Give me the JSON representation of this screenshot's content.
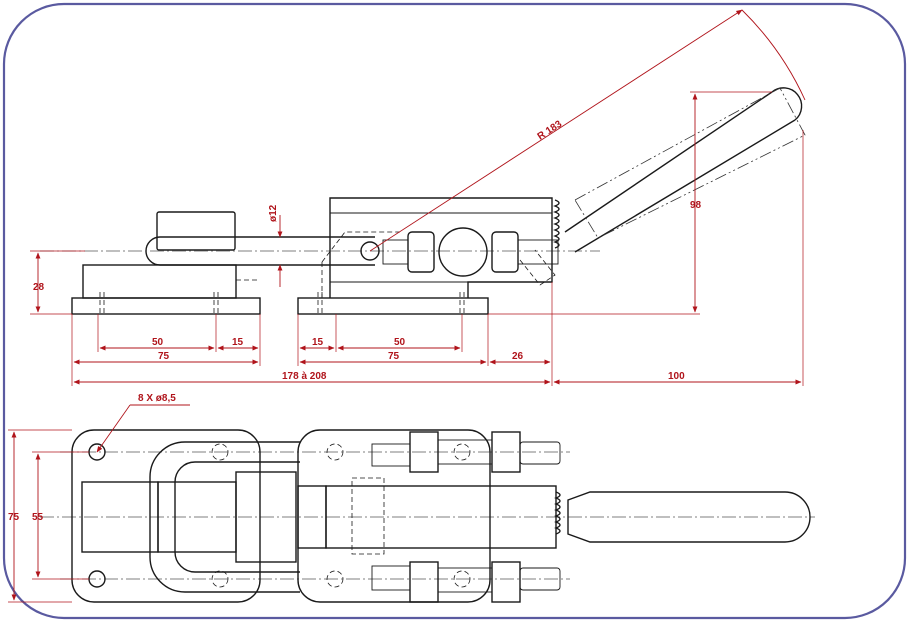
{
  "colors": {
    "dimension": "#b0141b",
    "outline": "#1a1a1a",
    "frame": "#5a5aa0"
  },
  "dimensions": {
    "radius": "R 183",
    "pin_diameter": "ø12",
    "base_height": "28",
    "handle_height": "98",
    "left_hole_spacing": "50",
    "left_edge_offset": "15",
    "left_base_length": "75",
    "right_edge_offset": "15",
    "right_hole_spacing": "50",
    "right_base_length": "75",
    "gap": "26",
    "overall_length": "178 à 208",
    "handle_length": "100",
    "holes": "8 X ø8,5",
    "plate_width": "75",
    "hole_spacing_vertical": "55"
  }
}
